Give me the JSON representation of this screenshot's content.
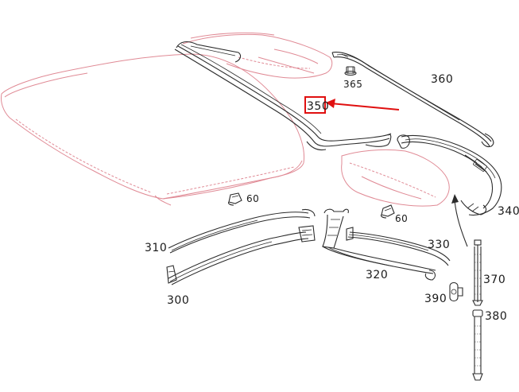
{
  "diagram": {
    "labels": {
      "p300": "300",
      "p310": "310",
      "p320": "320",
      "p330": "330",
      "p340": "340",
      "p350": "350",
      "p360": "360",
      "p365": "365",
      "p370": "370",
      "p380": "380",
      "p390": "390",
      "p60a": "60",
      "p60b": "60"
    },
    "highlight": {
      "part": "350",
      "color": "#e01010"
    },
    "colors": {
      "ghost_outline": "#e08a95",
      "part_outline": "#2b2b2b",
      "label_text": "#1a1a1a"
    }
  }
}
